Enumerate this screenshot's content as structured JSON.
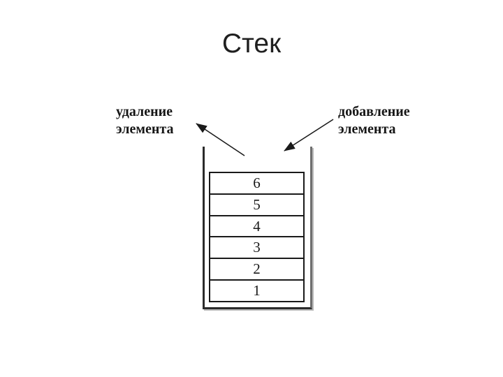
{
  "title": "Стек",
  "labels": {
    "remove": {
      "line1": "удаление",
      "line2": "элемента"
    },
    "add": {
      "line1": "добавление",
      "line2": "элемента"
    }
  },
  "stack": {
    "items": [
      "6",
      "5",
      "4",
      "3",
      "2",
      "1"
    ]
  },
  "colors": {
    "ink": "#1f1f1f",
    "wall_dark": "#2b2b2b",
    "wall_gray": "#6f6f6f",
    "shadow": "#b9b9b9",
    "background": "#ffffff"
  }
}
